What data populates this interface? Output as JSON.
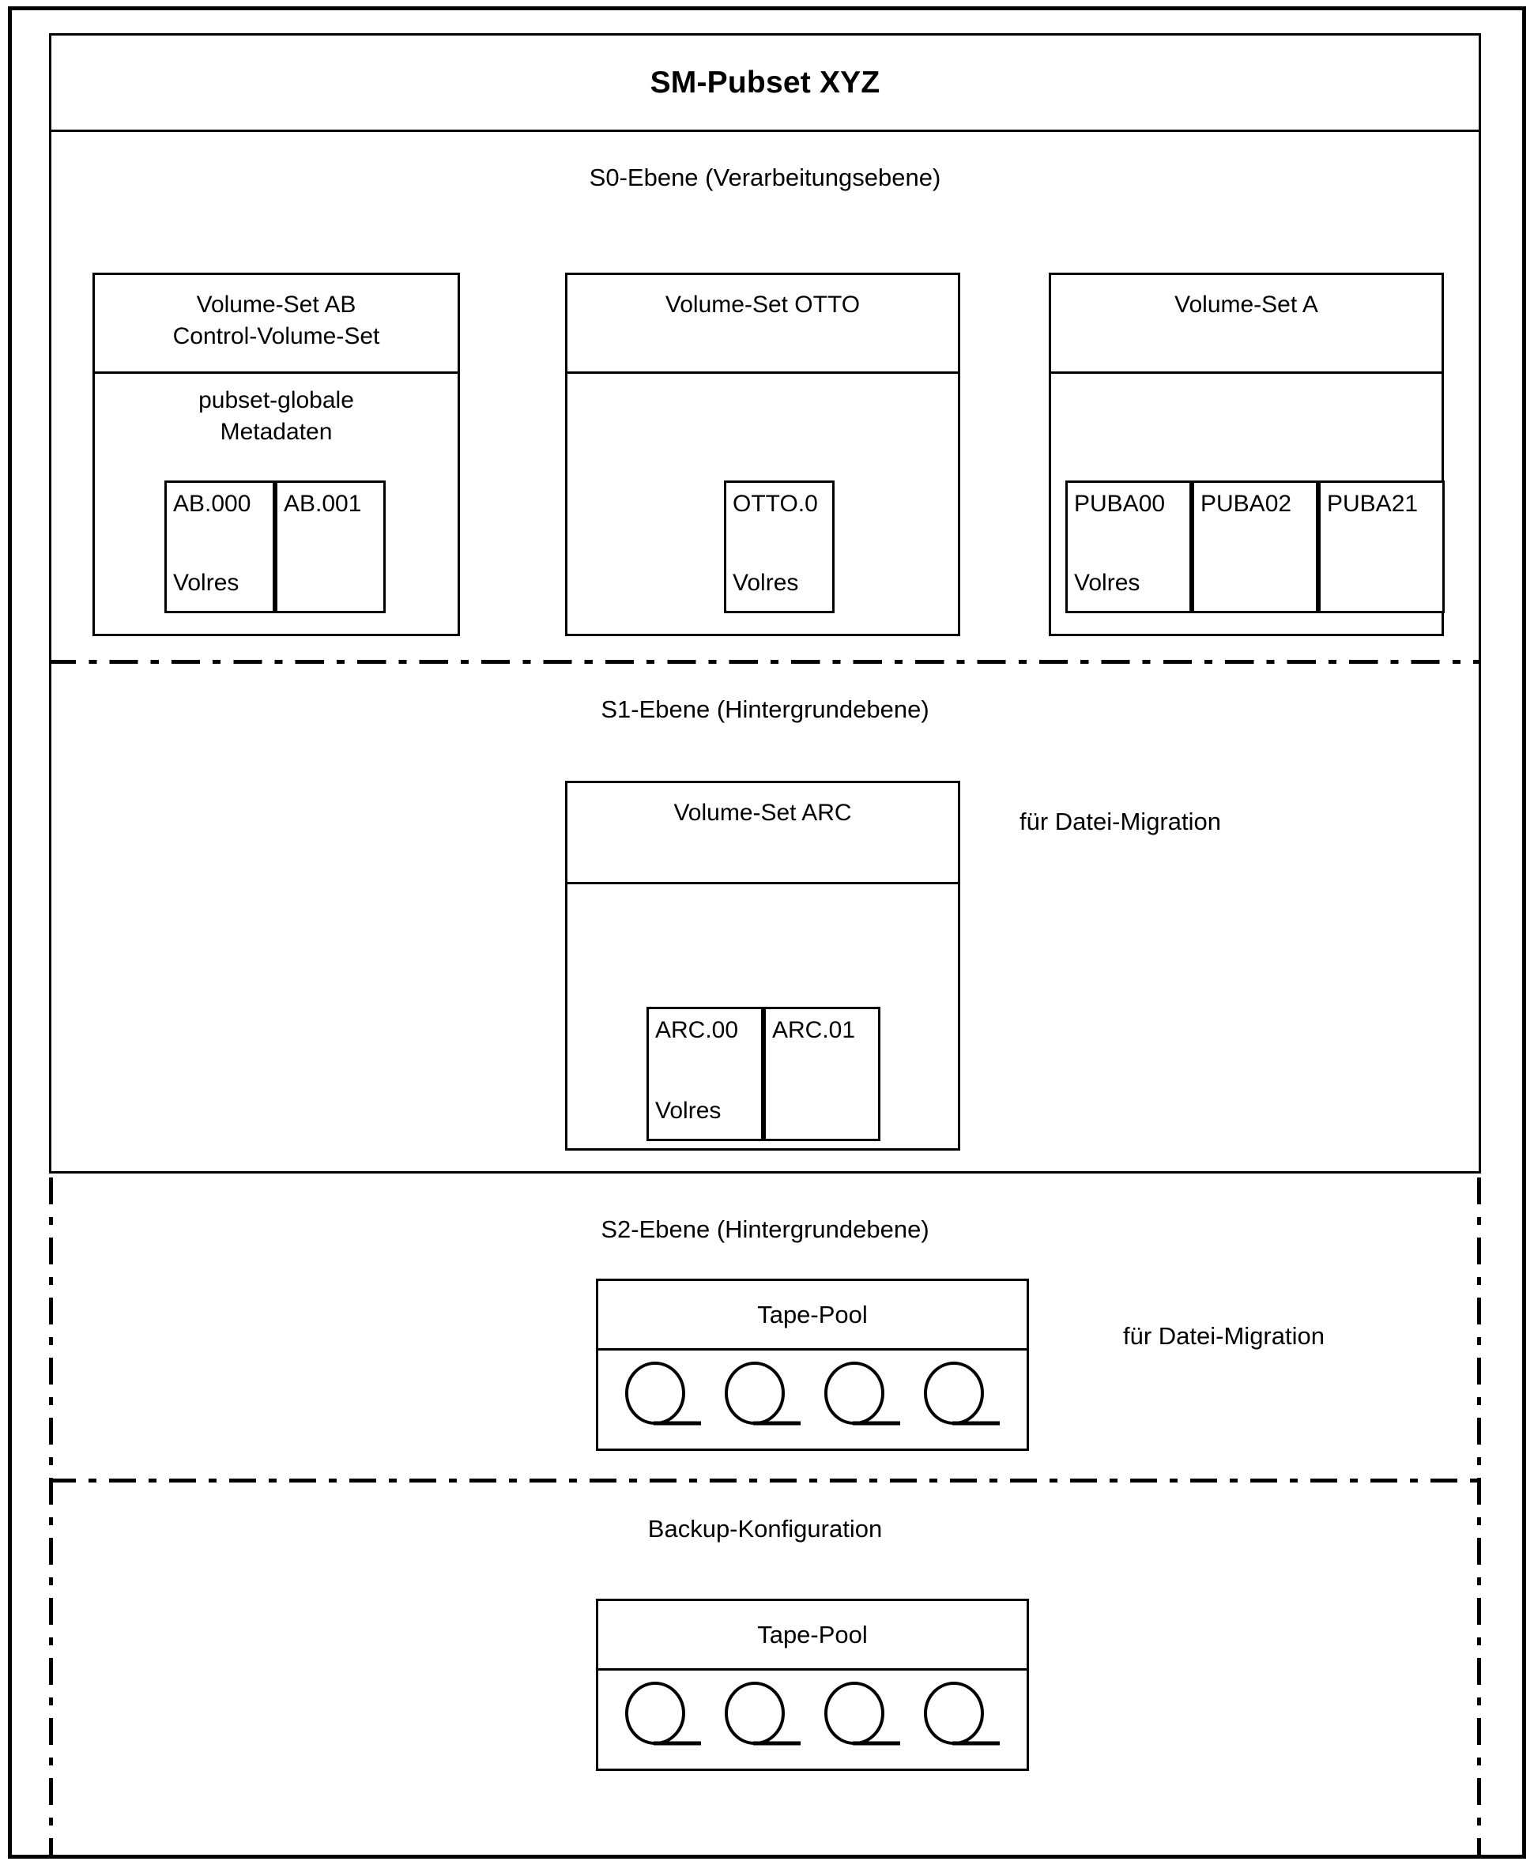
{
  "diagram": {
    "title": "SM-Pubset XYZ",
    "levels": {
      "s0": {
        "label": "S0-Ebene (Verarbeitungsebene)",
        "volume_sets": [
          {
            "name": "Volume-Set AB",
            "subtitle": "Control-Volume-Set",
            "metadata_label_line1": "pubset-globale",
            "metadata_label_line2": "Metadaten",
            "volumes": [
              {
                "name": "AB.000",
                "res": "Volres"
              },
              {
                "name": "AB.001",
                "res": ""
              }
            ]
          },
          {
            "name": "Volume-Set OTTO",
            "subtitle": "",
            "volumes": [
              {
                "name": "OTTO.0",
                "res": "Volres"
              }
            ]
          },
          {
            "name": "Volume-Set A",
            "subtitle": "",
            "volumes": [
              {
                "name": "PUBA00",
                "res": "Volres"
              },
              {
                "name": "PUBA02",
                "res": ""
              },
              {
                "name": "PUBA21",
                "res": ""
              }
            ]
          }
        ]
      },
      "s1": {
        "label": "S1-Ebene (Hintergrundebene)",
        "note": "für Datei-Migration",
        "volume_set": {
          "name": "Volume-Set ARC",
          "volumes": [
            {
              "name": "ARC.00",
              "res": "Volres"
            },
            {
              "name": "ARC.01",
              "res": ""
            }
          ]
        }
      },
      "s2": {
        "label": "S2-Ebene (Hintergrundebene)",
        "note": "für Datei-Migration",
        "tape_pool": {
          "name": "Tape-Pool",
          "tape_count": 4,
          "tape_icon": "tape-reel-icon"
        }
      },
      "backup": {
        "label": "Backup-Konfiguration",
        "tape_pool": {
          "name": "Tape-Pool",
          "tape_count": 4,
          "tape_icon": "tape-reel-icon"
        }
      }
    },
    "colors": {
      "line": "#000000",
      "background": "#ffffff",
      "text": "#000000"
    }
  }
}
